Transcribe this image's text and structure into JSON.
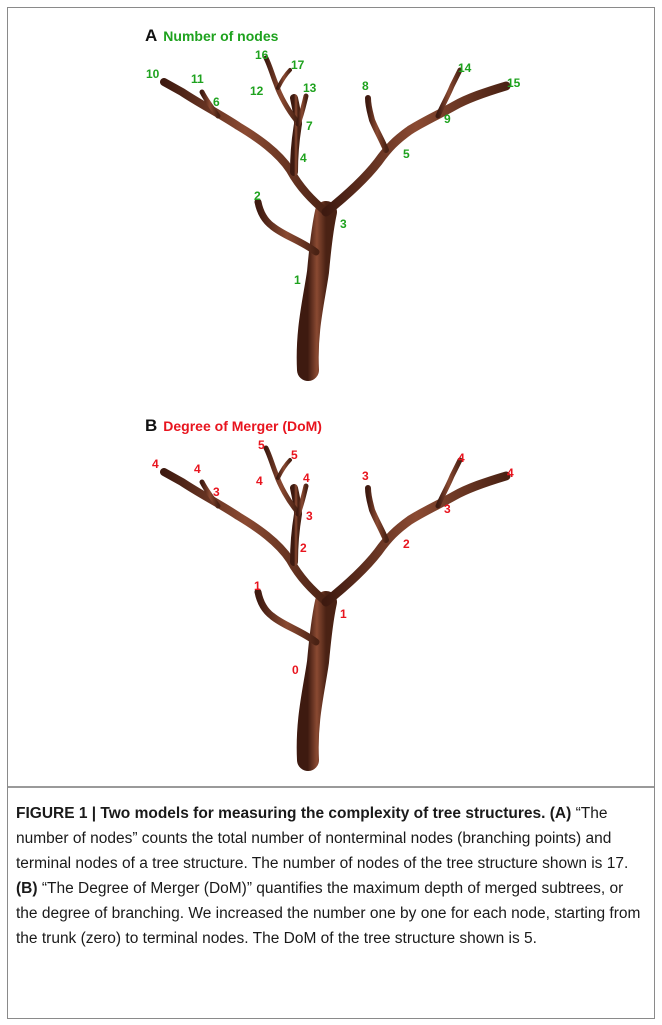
{
  "panel_a": {
    "letter": "A",
    "title": "Number of nodes",
    "labels": [
      "1",
      "2",
      "3",
      "4",
      "5",
      "6",
      "7",
      "8",
      "9",
      "10",
      "11",
      "12",
      "13",
      "14",
      "15",
      "16",
      "17"
    ]
  },
  "panel_b": {
    "letter": "B",
    "title": "Degree of Merger (DoM)",
    "labels": [
      "0",
      "1",
      "1",
      "2",
      "2",
      "3",
      "3",
      "3",
      "3",
      "4",
      "4",
      "4",
      "4",
      "4",
      "4",
      "5",
      "5"
    ]
  },
  "caption": {
    "figure_label": "FIGURE 1 | Two models for measuring the complexity of tree structures.",
    "a_marker": "(A)",
    "a_text": " “The number of nodes” counts the total number of nonterminal nodes (branching points) and terminal nodes of a tree structure. The number of nodes of the tree structure shown is 17. ",
    "b_marker": "(B)",
    "b_text": " “The Degree of Merger (DoM)” quantifies the maximum depth of merged subtrees, or the degree of branching. We increased the number one by one for each node, starting from the trunk (zero) to terminal nodes. The DoM of the tree structure shown is 5."
  },
  "colors": {
    "panel_a_accent": "#1ea21e",
    "panel_b_accent": "#e8141e",
    "trunk": "#5a2a1a",
    "bark_light": "#8a4a32"
  }
}
